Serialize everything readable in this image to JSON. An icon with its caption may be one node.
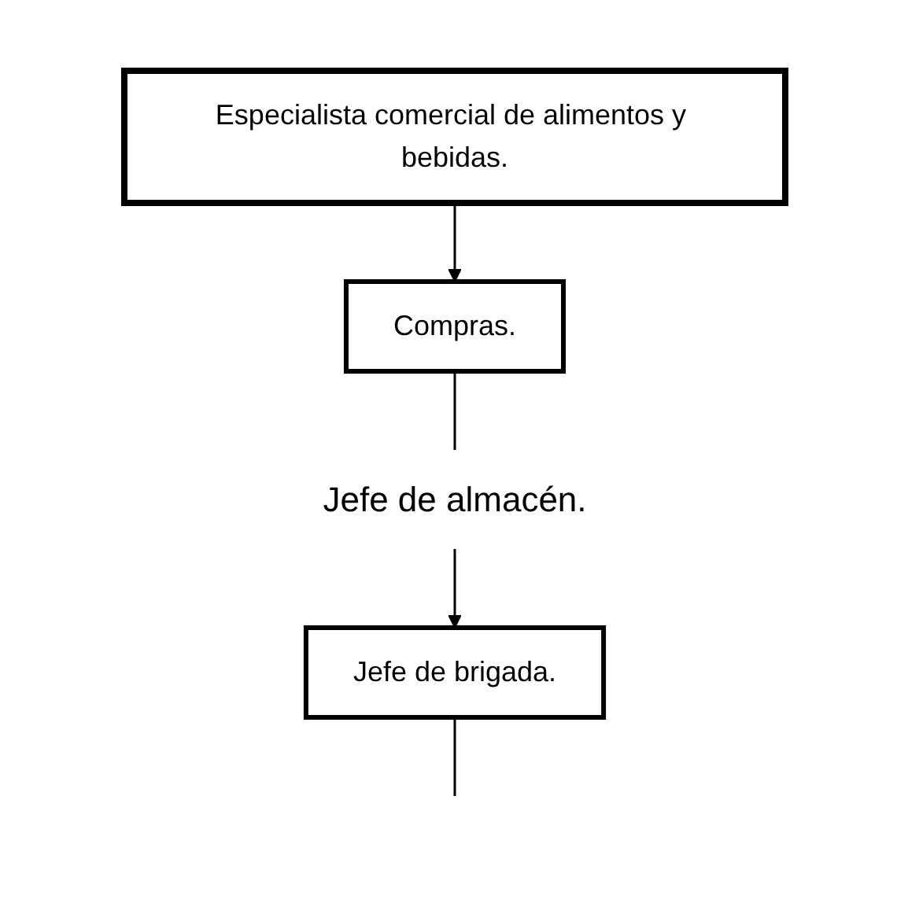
{
  "diagram": {
    "nodes": [
      {
        "text": [
          "Especialista comercial de alimentos y bebidas."
        ]
      },
      {
        "text": [
          "Compras."
        ]
      },
      {
        "text": [
          "Jefe de almacén."
        ]
      },
      {
        "text": [
          "Jefe de brigada."
        ]
      }
    ],
    "edges": [
      {
        "from": 0,
        "to": 1,
        "arrow": "to"
      },
      {
        "from": 1,
        "to": 2,
        "arrow": "none"
      },
      {
        "from": 2,
        "to": 3,
        "arrow": "to"
      },
      {
        "from": 3,
        "to": null,
        "arrow": "none"
      }
    ]
  }
}
